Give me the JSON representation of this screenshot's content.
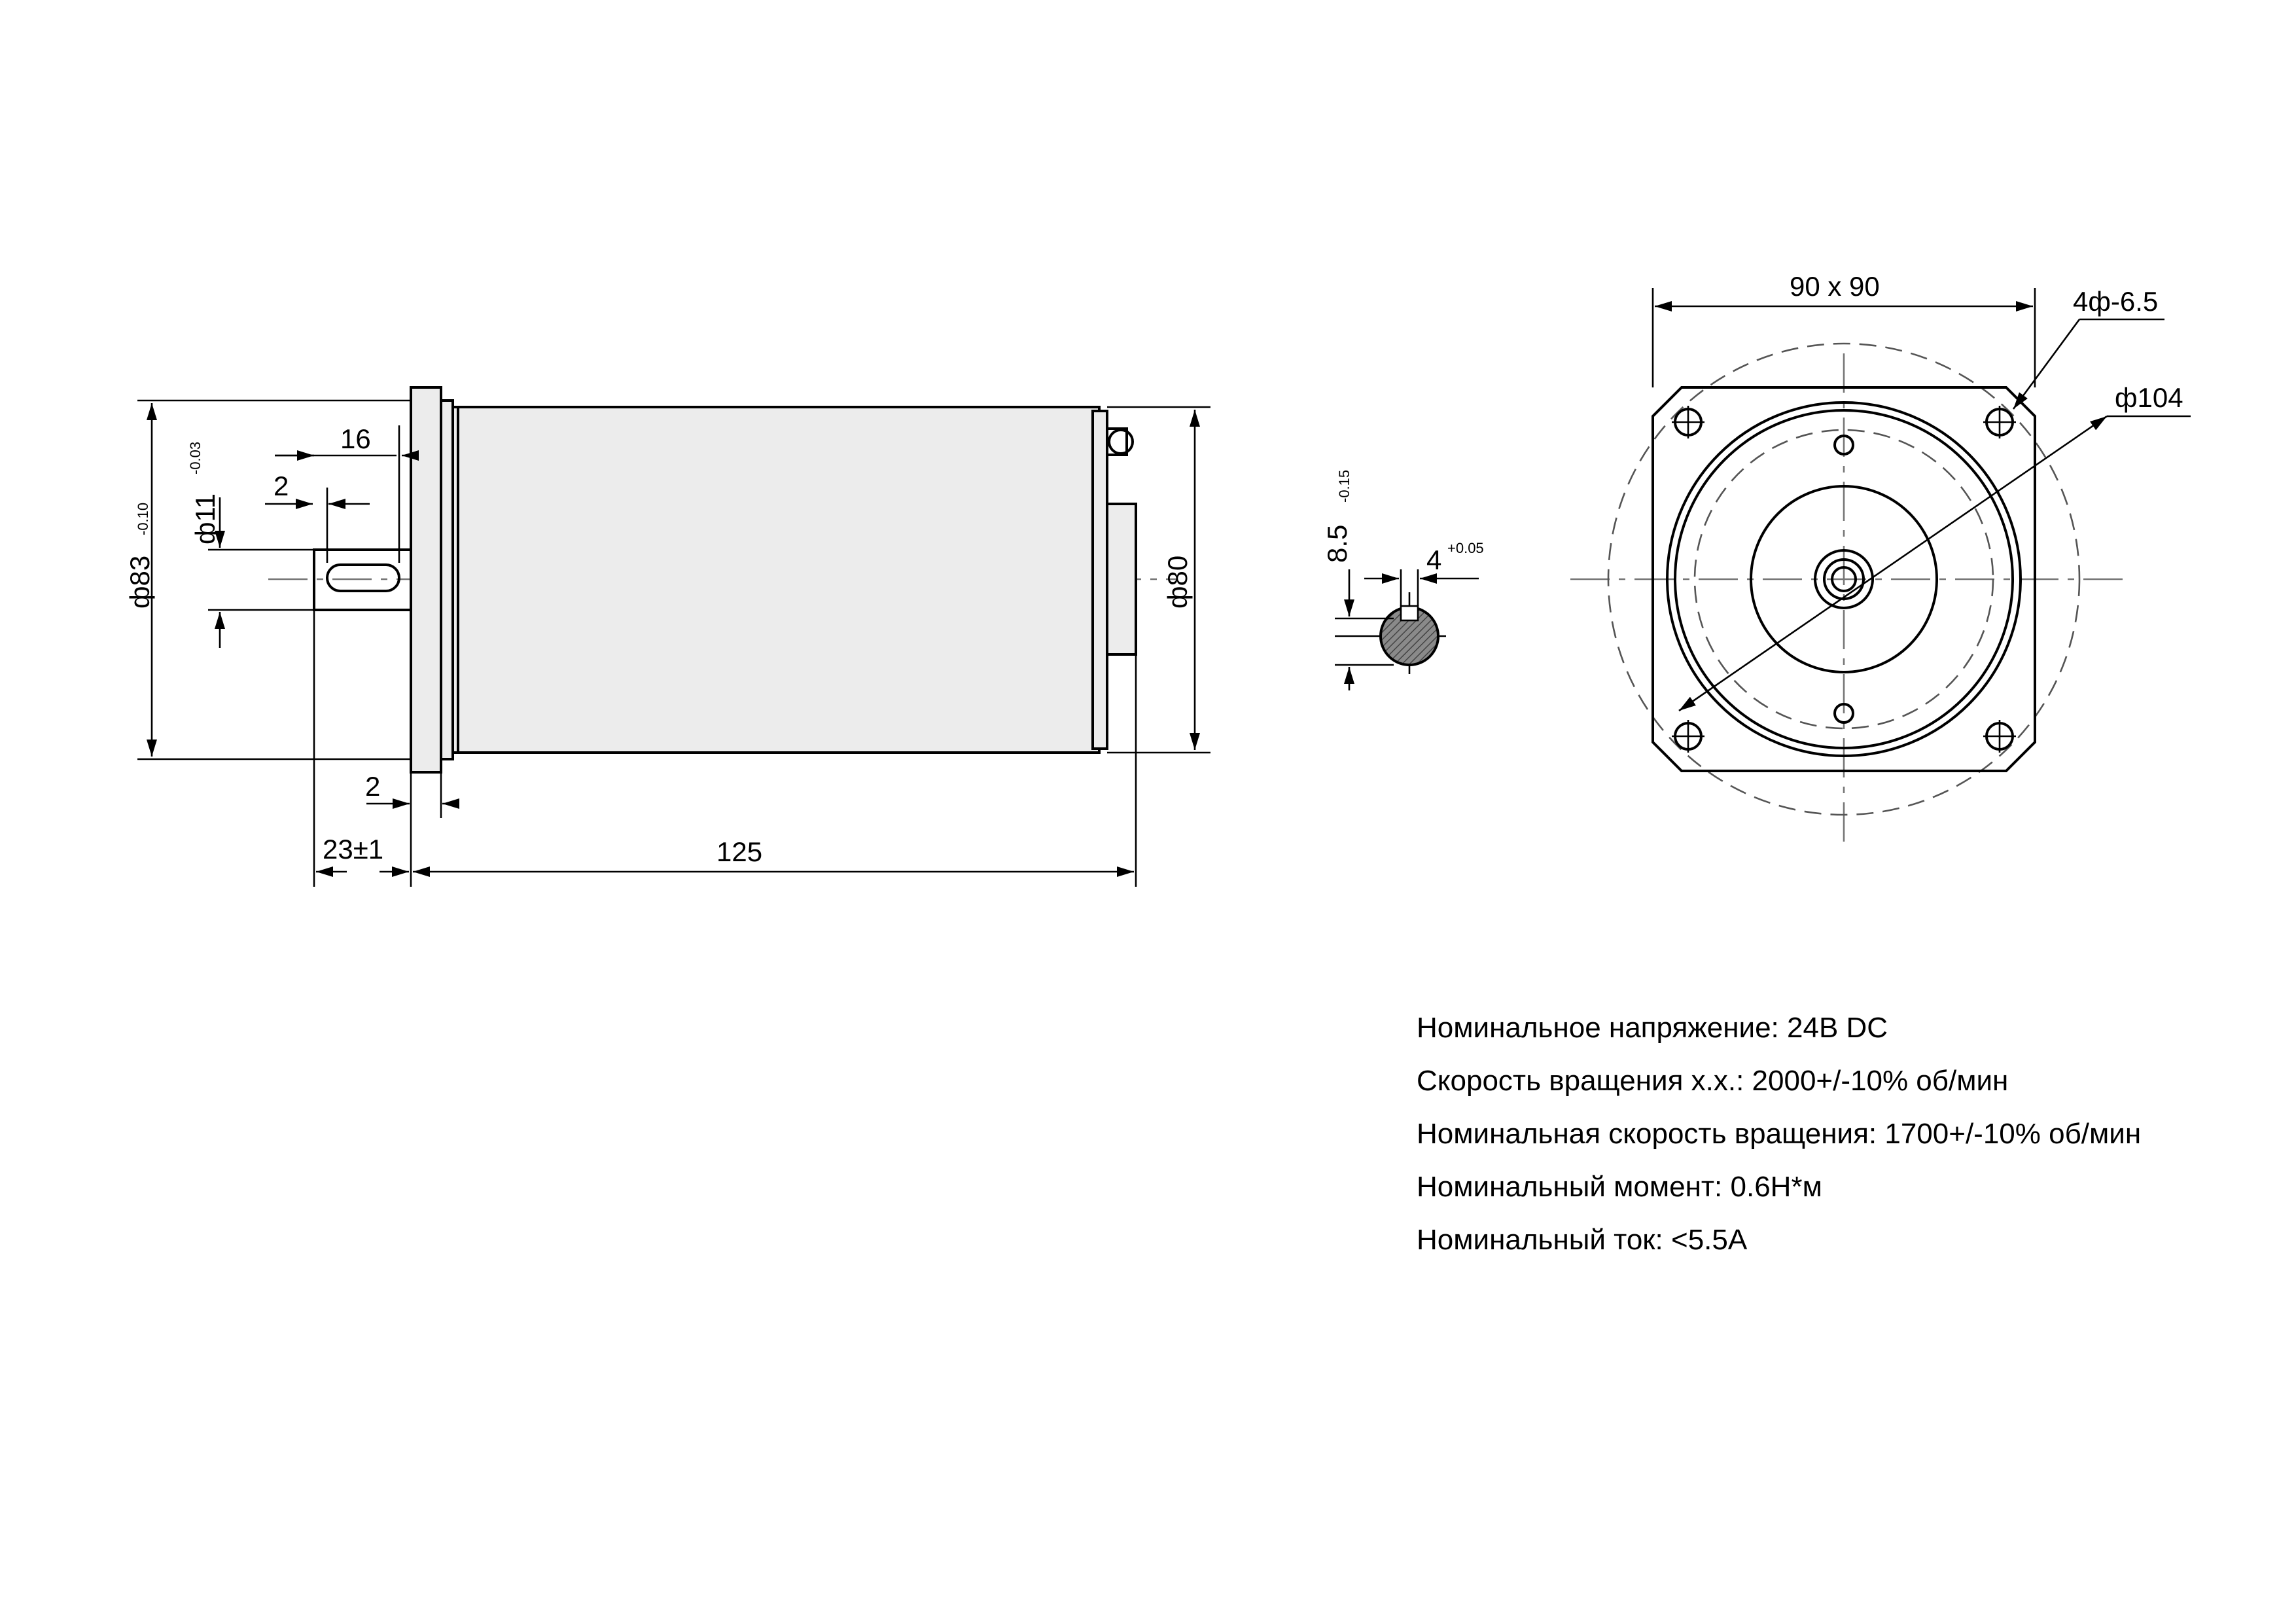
{
  "dimensions": {
    "flange_diameter": "ф83",
    "flange_diameter_tol": "-0.10",
    "shaft_diameter": "ф11",
    "shaft_diameter_tol": "-0.03",
    "shaft_length": "16",
    "key_offset": "2",
    "flange_thickness": "2",
    "shaft_extension": "23±1",
    "body_length": "125",
    "body_diameter": "ф80",
    "shaft_flat": "8.5",
    "shaft_flat_tol": "-0.15",
    "key_width": "4",
    "key_width_tol": "+0.05",
    "square_size": "90 x 90",
    "mount_holes": "4ф-6.5",
    "bolt_circle": "ф104"
  },
  "specs": [
    "Номинальное напряжение: 24В DC",
    "Скорость вращения х.х.: 2000+/-10% об/мин",
    "Номинальная скорость вращения: 1700+/-10% об/мин",
    "Номинальный момент: 0.6Н*м",
    "Номинальный ток: <5.5А"
  ]
}
